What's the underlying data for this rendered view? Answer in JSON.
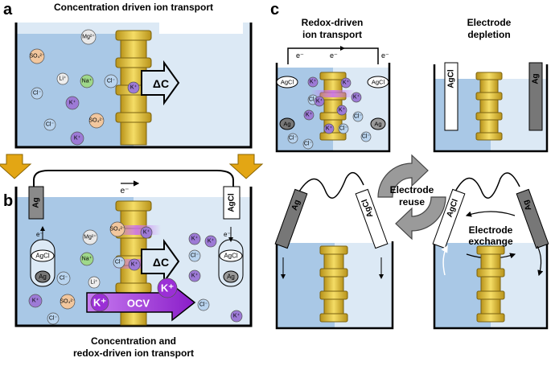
{
  "panels": {
    "a": {
      "letter": "a",
      "title": "Concentration driven ion transport",
      "delta": "ΔC"
    },
    "b": {
      "letter": "b",
      "caption_line1": "Concentration and",
      "caption_line2": "redox-driven ion transport",
      "delta": "ΔC",
      "ocv": "OCV",
      "left_electrode": "Ag",
      "right_electrode": "AgCl",
      "agcl_node": "AgCl",
      "ag_node": "Ag",
      "electron": "e⁻"
    },
    "c": {
      "letter": "c",
      "redox_title_line1": "Redox-driven",
      "redox_title_line2": "ion transport",
      "depletion_title_line1": "Electrode",
      "depletion_title_line2": "depletion",
      "reuse_line1": "Electrode",
      "reuse_line2": "reuse",
      "exchange_line1": "Electrode",
      "exchange_line2": "exchange",
      "agcl": "AgCl",
      "ag": "Ag",
      "electron": "e⁻"
    }
  },
  "ions": {
    "mg": "Mg²⁺",
    "so4": "SO₄²⁻",
    "li": "Li⁺",
    "na": "Na⁺",
    "cl": "Cl⁻",
    "k": "K⁺"
  },
  "colors": {
    "left_solution": "#a9c8e6",
    "right_solution": "#dce9f5",
    "membrane": "#d8b528",
    "arrow_gold": "#e3a614",
    "k_ion": "#9d7ad6",
    "cl_ion": "#b9d4ef",
    "so4_ion": "#f2c79e",
    "na_ion": "#9fd88a",
    "ocv_purple": "#9b2fd6"
  }
}
